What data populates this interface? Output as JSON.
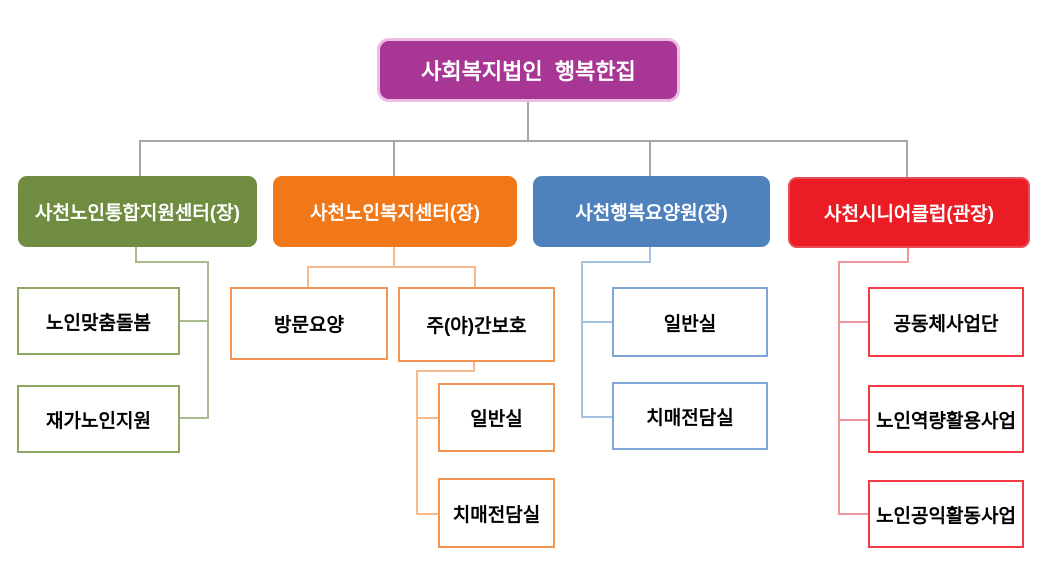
{
  "root": {
    "label": "사회복지법인  행복한집"
  },
  "branches": [
    {
      "label": "사천노인통합지원센터(장)",
      "color": "#6F8C40",
      "children": [
        {
          "label": "노인맞춤돌봄"
        },
        {
          "label": "재가노인지원"
        }
      ]
    },
    {
      "label": "사천노인복지센터(장)",
      "color": "#F07818",
      "children": [
        {
          "label": "방문요양"
        },
        {
          "label": "주(야)간보호",
          "children": [
            {
              "label": "일반실"
            },
            {
              "label": "치매전담실"
            }
          ]
        }
      ]
    },
    {
      "label": "사천행복요양원(장)",
      "color": "#4F81BD",
      "children": [
        {
          "label": "일반실"
        },
        {
          "label": "치매전담실"
        }
      ]
    },
    {
      "label": "사천시니어클럽(관장)",
      "color": "#EC1C24",
      "children": [
        {
          "label": "공동체사업단"
        },
        {
          "label": "노인역량활용사업"
        },
        {
          "label": "노인공익활동사업"
        }
      ]
    }
  ],
  "colors": {
    "root_fill": "#A83695",
    "root_border": "#EFBCE4",
    "green_fill": "#6F8C40",
    "green_line": "#A9BA8C",
    "green_child_border": "#8FA563",
    "orange_fill": "#F07818",
    "orange_line": "#F7BA8C",
    "orange_child_border": "#F29552",
    "blue_fill": "#4F81BD",
    "blue_line": "#A7C2E0",
    "blue_child_border": "#7FA7D6",
    "red_fill": "#EC1C24",
    "red_border": "#E94B57",
    "red_line": "#F0959B",
    "red_child_border": "#F43B45",
    "tree_line": "#A6A6A6",
    "text_on_fill": "#FFFFFF",
    "text_dark": "#000000"
  }
}
